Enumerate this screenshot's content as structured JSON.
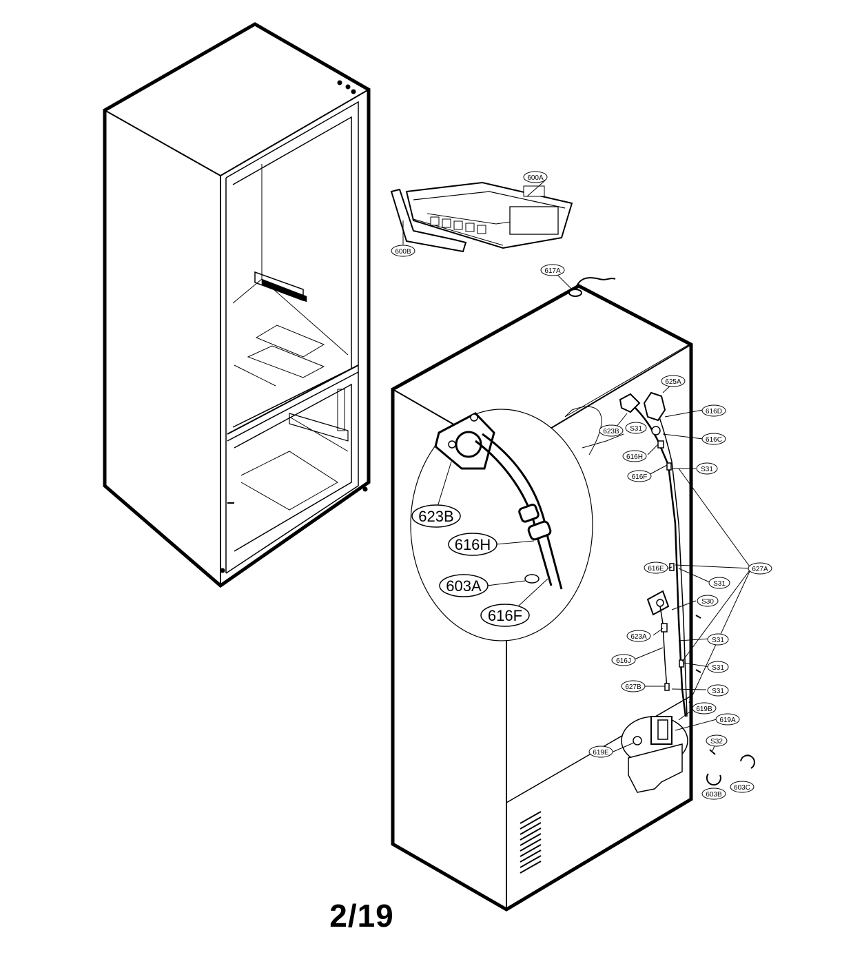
{
  "page_number": "2/19",
  "callouts": {
    "c600A": "600A",
    "c600B": "600B",
    "c617A": "617A",
    "c625A": "625A",
    "c623B": "623B",
    "c616D": "616D",
    "c616C": "616C",
    "c616H": "616H",
    "c616F": "616F",
    "c616E": "616E",
    "c623A": "623A",
    "c616J": "616J",
    "c627B": "627B",
    "c627A": "627A",
    "c619B": "619B",
    "c619A": "619A",
    "c619E": "619E",
    "c603B": "603B",
    "c603C": "603C",
    "cS31a": "S31",
    "cS31b": "S31",
    "cS31c": "S31",
    "cS31d": "S31",
    "cS31e": "S31",
    "cS31f": "S31",
    "cS30": "S30",
    "cS32": "S32"
  },
  "detail": {
    "d623B": "623B",
    "d616H": "616H",
    "d603A": "603A",
    "d616F": "616F"
  }
}
